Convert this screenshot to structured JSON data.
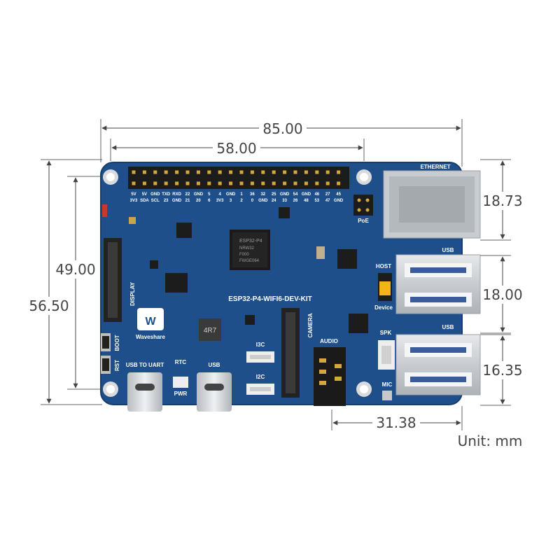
{
  "dimensions": {
    "total_width": "85.00",
    "header_width": "58.00",
    "total_height": "56.50",
    "hole_span": "49.00",
    "ethernet_height": "18.73",
    "usb_top_height": "18.00",
    "usb_bottom_height": "16.35",
    "audio_offset": "31.38",
    "unit": "Unit: mm"
  },
  "board": {
    "model": "ESP32-P4-WIFI6-DEV-KIT",
    "brand": "Waveshare",
    "chip_line1": "ESP32-P4",
    "chip_line2": "NRW32",
    "chip_line3": "F000",
    "chip_line4": "FWGE064",
    "inductor": "4R7",
    "board_color": "#1e4f8a",
    "pin_row_top": [
      "5V",
      "5V",
      "GND",
      "TXD",
      "RXD",
      "22",
      "GND",
      "5",
      "4",
      "GND",
      "1",
      "36",
      "32",
      "25",
      "GND",
      "54",
      "GND",
      "46",
      "27",
      "45"
    ],
    "pin_row_bottom": [
      "3V3",
      "SDA",
      "SCL",
      "23",
      "GND",
      "21",
      "20",
      "6",
      "3V3",
      "3",
      "2",
      "0",
      "GND",
      "24",
      "33",
      "26",
      "48",
      "53",
      "47",
      "GND"
    ]
  },
  "labels": {
    "ethernet": "ETHERNET",
    "usb_top": "USB",
    "usb_bottom": "USB",
    "host": "HOST",
    "device": "Device",
    "spk": "SPK",
    "mic": "MIC",
    "audio": "AUDIO",
    "camera": "CAMERA",
    "display": "DISPLAY",
    "i3c": "I3C",
    "i2c": "I2C",
    "boot": "BOOT",
    "rst": "RST",
    "rtc": "RTC",
    "pwr": "PWR",
    "usb_to_uart": "USB TO UART",
    "usb_c": "USB",
    "poe": "PoE"
  }
}
